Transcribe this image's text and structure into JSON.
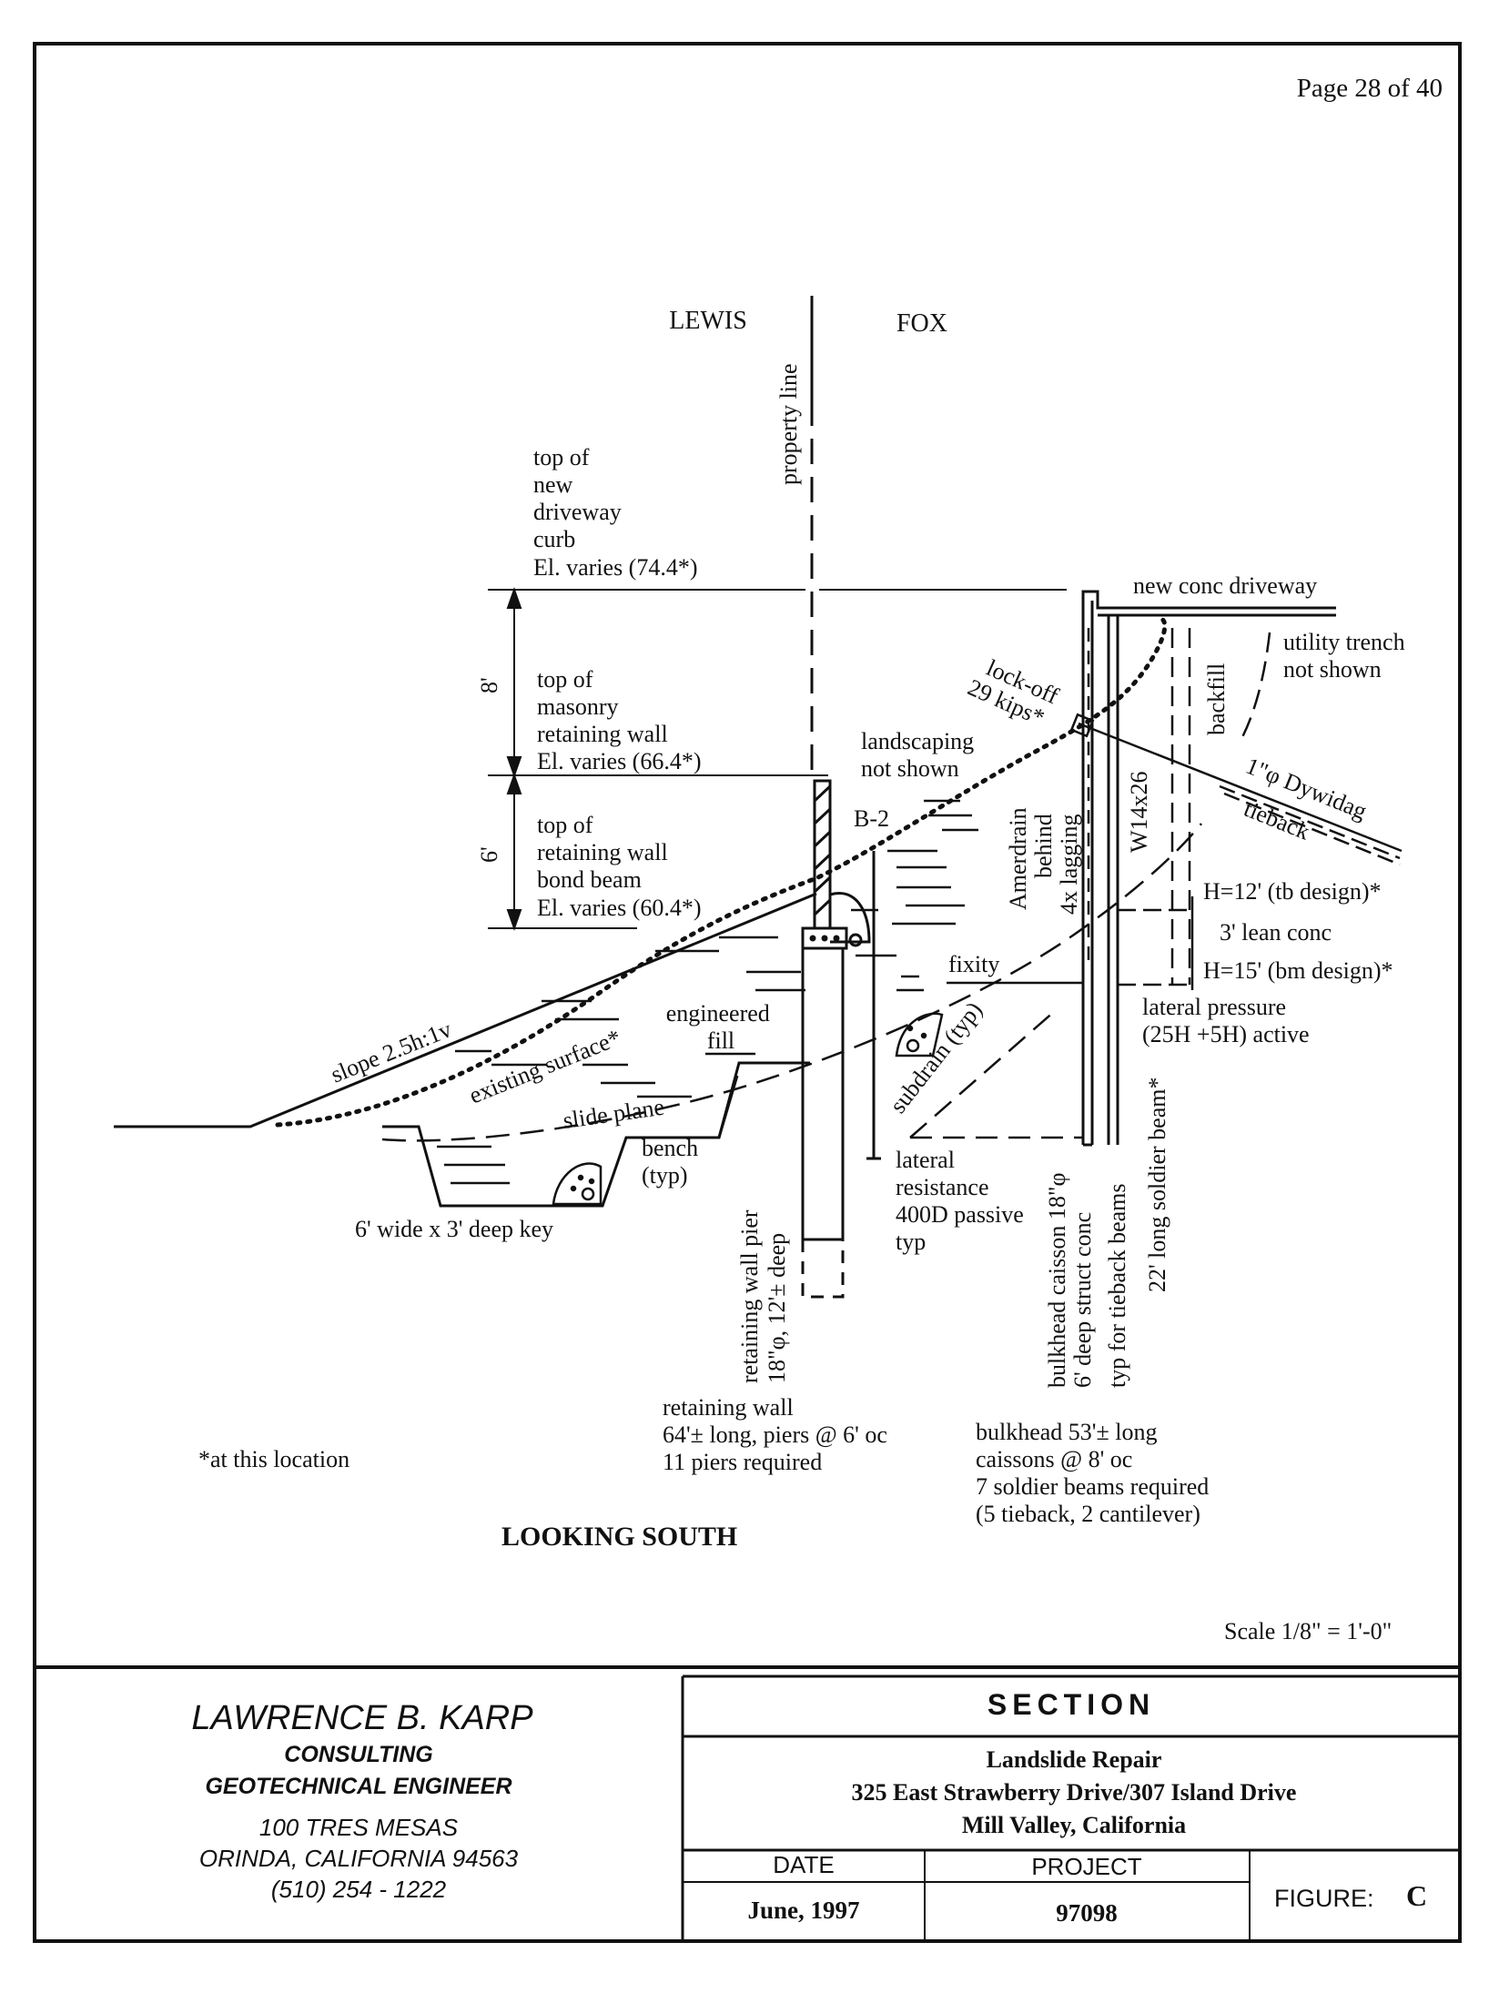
{
  "page_label": "Page 28 of 40",
  "drawing": {
    "lewis": "LEWIS",
    "fox": "FOX",
    "property_line": "property line",
    "curb_label": [
      "top of",
      "new",
      "driveway",
      "curb",
      "El. varies (74.4*)"
    ],
    "masonry_label": [
      "top of",
      "masonry",
      "retaining wall",
      "El. varies (66.4*)"
    ],
    "bond_beam_label": [
      "top of",
      "retaining wall",
      "bond beam",
      "El. varies (60.4*)"
    ],
    "dim_8": "8'",
    "dim_6": "6'",
    "new_driveway": "new conc driveway",
    "utility_trench": [
      "utility trench",
      "not shown"
    ],
    "lock_off": [
      "lock-off",
      "29 kips*"
    ],
    "landscaping": [
      "landscaping",
      "not shown"
    ],
    "b2": "B-2",
    "amerdrain": [
      "Amerdrain",
      "behind",
      "4x lagging"
    ],
    "w14": "W14x26",
    "backfill": "backfill",
    "dywidag": "1\"φ Dywidag",
    "tieback": "tieback",
    "h12": "H=12' (tb design)*",
    "lean_conc": "3' lean conc",
    "h15": "H=15' (bm design)*",
    "fixity": "fixity",
    "lateral_pressure": [
      "lateral pressure",
      "(25H +5H) active"
    ],
    "engineered_fill": [
      "engineered",
      "fill"
    ],
    "subdrain": "subdrain (typ)",
    "slope": "slope 2.5h:1v",
    "existing_surface": "existing surface*",
    "slide_plane": "slide plane",
    "bench": [
      "bench",
      "(typ)"
    ],
    "key": "6' wide x 3' deep key",
    "lateral_resistance": [
      "lateral",
      "resistance",
      "400D passive",
      "typ"
    ],
    "pier_label": [
      "retaining wall pier",
      "18\"φ, 12'± deep"
    ],
    "caisson_label": [
      "bulkhead caisson 18\"φ",
      "6' deep struct conc",
      "typ for tieback beams"
    ],
    "soldier_beam": "22' long soldier beam*",
    "retaining_wall_note": [
      "retaining wall",
      "64'± long, piers @ 6' oc",
      "11 piers required"
    ],
    "bulkhead_note": [
      "bulkhead 53'± long",
      "caissons @ 8' oc",
      "7 soldier beams required",
      "(5 tieback, 2 cantilever)"
    ],
    "at_location": "*at this location",
    "looking_south": "LOOKING SOUTH",
    "scale": "Scale 1/8\" = 1'-0\""
  },
  "title_block": {
    "engineer_name": "LAWRENCE B. KARP",
    "engineer_title1": "CONSULTING",
    "engineer_title2": "GEOTECHNICAL ENGINEER",
    "address1": "100 TRES MESAS",
    "address2": "ORINDA, CALIFORNIA  94563",
    "phone": "(510)   254 - 1222",
    "section": "SECTION",
    "project_title": "Landslide Repair",
    "project_address": "325 East Strawberry Drive/307 Island Drive",
    "project_city": "Mill Valley, California",
    "date_label": "DATE",
    "date_value": "June, 1997",
    "project_label": "PROJECT",
    "project_value": "97098",
    "figure_label": "FIGURE:",
    "figure_value": "C"
  }
}
